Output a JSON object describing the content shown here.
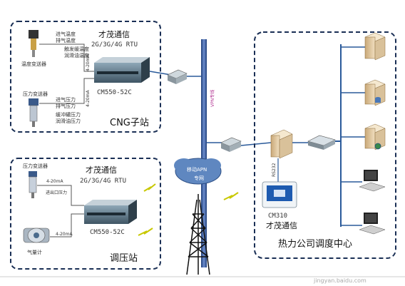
{
  "cng": {
    "brand": "才茂通信",
    "rtu": "2G/3G/4G RTU",
    "device": "CM550-52C",
    "station_name": "CNG子站",
    "sensor1_label": "温度变送器",
    "sensor1_lines": [
      "进气温度",
      "排气温度",
      "触发缓温度",
      "润滑油温度"
    ],
    "sensor1_signal": "4-20mA",
    "sensor2_label": "压力变送器",
    "sensor2_lines": [
      "进气压力",
      "排气压力",
      "缓冲罐压力",
      "润滑油压力"
    ],
    "sensor2_signal": "4-20mA"
  },
  "regulator": {
    "brand": "才茂通信",
    "rtu": "2G/3G/4G RTU",
    "device": "CM550-52C",
    "station_name": "调压站",
    "sensor1_label": "压力变送器",
    "sensor1_lines": [
      "进出口压力"
    ],
    "sensor1_signal": "4-20mA",
    "sensor2_label": "气量计",
    "sensor2_signal": "4-20mA"
  },
  "network": {
    "vpn_label": "VPN专线",
    "cloud_label1": "移动APN",
    "cloud_label2": "专网"
  },
  "center": {
    "rs232": "RS232",
    "device": "CM310",
    "brand": "才茂通信",
    "name": "热力公司调度中心"
  },
  "watermark": "jingyan.baidu.com"
}
